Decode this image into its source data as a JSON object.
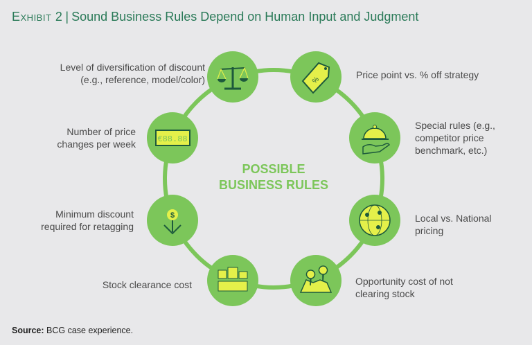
{
  "title": {
    "exhibit": "Exhibit 2",
    "separator": "|",
    "text": "Sound Business Rules Depend on Human Input and Judgment"
  },
  "center": {
    "line1": "POSSIBLE",
    "line2": "BUSINESS RULES"
  },
  "rules": [
    {
      "icon": "scale-icon",
      "line1": "Level of diversification of discount",
      "line2": "(e.g., reference, model/color)"
    },
    {
      "icon": "price-tag-icon",
      "line1": "Price point vs. % off strategy",
      "line2": ""
    },
    {
      "icon": "price-display-icon",
      "line1": "Number of price",
      "line2": "changes per week",
      "display_text": "€88.88"
    },
    {
      "icon": "cloche-icon",
      "line1": "Special rules (e.g.,",
      "line2": "competitor price",
      "line3": "benchmark, etc.)"
    },
    {
      "icon": "dollar-down-icon",
      "line1": "Minimum discount",
      "line2": "required for retagging"
    },
    {
      "icon": "globe-icon",
      "line1": "Local vs. National",
      "line2": "pricing"
    },
    {
      "icon": "boxes-icon",
      "line1": "Stock clearance cost",
      "line2": ""
    },
    {
      "icon": "map-pins-icon",
      "line1": "Opportunity cost of not",
      "line2": "clearing stock"
    }
  ],
  "source": {
    "label": "Source:",
    "text": "BCG case experience."
  },
  "colors": {
    "green": "#7cc65a",
    "dark": "#1d5a3c",
    "yellow": "#e4f04a",
    "title": "#2a7a58"
  }
}
